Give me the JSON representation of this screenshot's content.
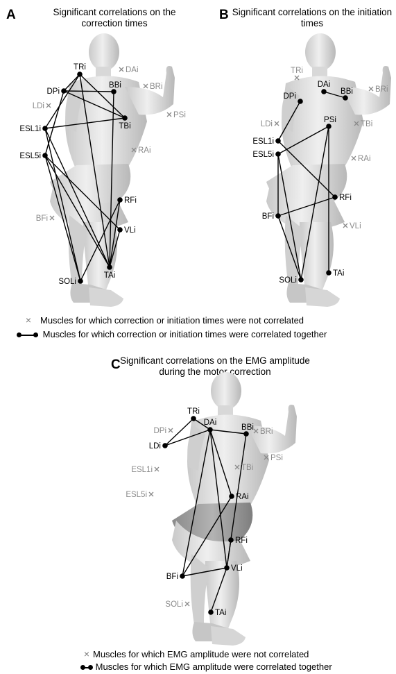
{
  "panels": [
    {
      "letter": "A",
      "title": "Significant correlations on the correction times",
      "correlated": [
        {
          "label": "TRi"
        },
        {
          "label": "DPi"
        },
        {
          "label": "BBi"
        },
        {
          "label": "ESL1i"
        },
        {
          "label": "TBi"
        },
        {
          "label": "ESL5i"
        },
        {
          "label": "RFi"
        },
        {
          "label": "VLi"
        },
        {
          "label": "TAi"
        },
        {
          "label": "SOLi"
        }
      ],
      "uncorrelated": [
        {
          "label": "DAi"
        },
        {
          "label": "BRi"
        },
        {
          "label": "LDi"
        },
        {
          "label": "PSi"
        },
        {
          "label": "RAi"
        },
        {
          "label": "BFi"
        }
      ],
      "links": [
        [
          "TRi",
          "DPi"
        ],
        [
          "TRi",
          "TBi"
        ],
        [
          "TRi",
          "TAi"
        ],
        [
          "TRi",
          "ESL1i"
        ],
        [
          "DPi",
          "BBi"
        ],
        [
          "DPi",
          "TBi"
        ],
        [
          "DPi",
          "ESL5i"
        ],
        [
          "BBi",
          "TAi"
        ],
        [
          "ESL1i",
          "TBi"
        ],
        [
          "ESL1i",
          "SOLi"
        ],
        [
          "ESL1i",
          "TAi"
        ],
        [
          "ESL5i",
          "TAi"
        ],
        [
          "ESL5i",
          "SOLi"
        ],
        [
          "ESL5i",
          "VLi"
        ],
        [
          "RFi",
          "SOLi"
        ],
        [
          "RFi",
          "TAi"
        ],
        [
          "VLi",
          "TAi"
        ]
      ]
    },
    {
      "letter": "B",
      "title": "Significant correlations on the initiation times",
      "correlated": [
        {
          "label": "DAi"
        },
        {
          "label": "BBi"
        },
        {
          "label": "DPi"
        },
        {
          "label": "PSi"
        },
        {
          "label": "ESL1i"
        },
        {
          "label": "ESL5i"
        },
        {
          "label": "RFi"
        },
        {
          "label": "BFi"
        },
        {
          "label": "SOLi"
        },
        {
          "label": "TAi"
        }
      ],
      "uncorrelated": [
        {
          "label": "TRi"
        },
        {
          "label": "BRi"
        },
        {
          "label": "LDi"
        },
        {
          "label": "TBi"
        },
        {
          "label": "RAi"
        },
        {
          "label": "VLi"
        }
      ],
      "links": [
        [
          "DAi",
          "BBi"
        ],
        [
          "DPi",
          "ESL1i"
        ],
        [
          "PSi",
          "ESL5i"
        ],
        [
          "PSi",
          "SOLi"
        ],
        [
          "PSi",
          "TAi"
        ],
        [
          "ESL1i",
          "RFi"
        ],
        [
          "ESL5i",
          "SOLi"
        ],
        [
          "BFi",
          "RFi"
        ],
        [
          "BFi",
          "SOLi"
        ],
        [
          "ESL5i",
          "BFi"
        ]
      ]
    },
    {
      "letter": "C",
      "title": "Significant correlations on the EMG amplitude during the motor correction",
      "correlated": [
        {
          "label": "TRi"
        },
        {
          "label": "DAi"
        },
        {
          "label": "BBi"
        },
        {
          "label": "LDi"
        },
        {
          "label": "RAi"
        },
        {
          "label": "RFi"
        },
        {
          "label": "BFi"
        },
        {
          "label": "VLi"
        },
        {
          "label": "TAi"
        }
      ],
      "uncorrelated": [
        {
          "label": "DPi"
        },
        {
          "label": "BRi"
        },
        {
          "label": "PSi"
        },
        {
          "label": "ESL1i"
        },
        {
          "label": "TBi"
        },
        {
          "label": "ESL5i"
        },
        {
          "label": "SOLi"
        }
      ],
      "links": [
        [
          "TRi",
          "DAi"
        ],
        [
          "LDi",
          "DAi"
        ],
        [
          "LDi",
          "TRi"
        ],
        [
          "DAi",
          "BBi"
        ],
        [
          "DAi",
          "BFi"
        ],
        [
          "DAi",
          "RAi"
        ],
        [
          "DAi",
          "VLi"
        ],
        [
          "BBi",
          "VLi"
        ],
        [
          "RAi",
          "BFi"
        ],
        [
          "BFi",
          "VLi"
        ],
        [
          "RFi",
          "VLi"
        ],
        [
          "VLi",
          "TAi"
        ]
      ]
    }
  ],
  "legend_ab": {
    "not_correlated": "Muscles for which correction or initiation times were not correlated",
    "correlated": "Muscles for which correction or initiation times were correlated together"
  },
  "legend_c": {
    "not_correlated": "Muscles for which EMG amplitude were not correlated",
    "correlated": "Muscles for which EMG amplitude were correlated together"
  }
}
